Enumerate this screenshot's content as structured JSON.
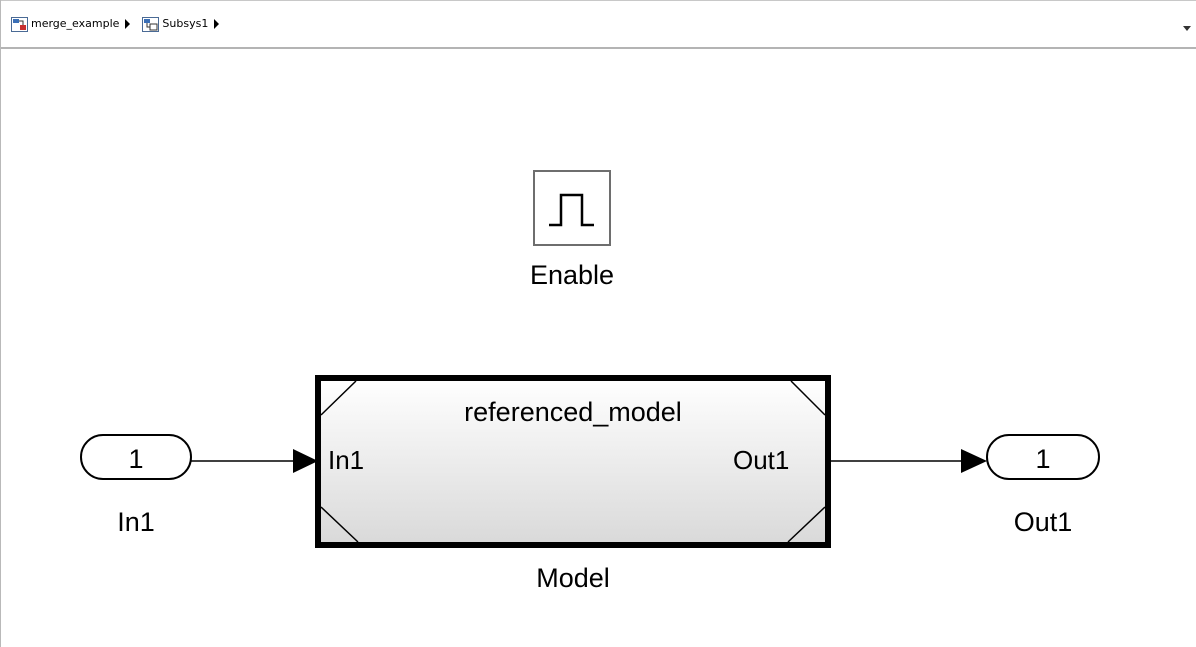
{
  "breadcrumb": {
    "items": [
      {
        "label": "merge_example",
        "icon": "model-icon"
      },
      {
        "label": "Subsys1",
        "icon": "subsystem-icon"
      }
    ],
    "dropdown_icon": "chevron-down-icon"
  },
  "diagram": {
    "enable_block": {
      "label": "Enable",
      "icon": "enable-pulse-icon"
    },
    "inport": {
      "number": "1",
      "label": "In1"
    },
    "model_block": {
      "title": "referenced_model",
      "input_port_label": "In1",
      "output_port_label": "Out1",
      "label": "Model"
    },
    "outport": {
      "number": "1",
      "label": "Out1"
    }
  }
}
